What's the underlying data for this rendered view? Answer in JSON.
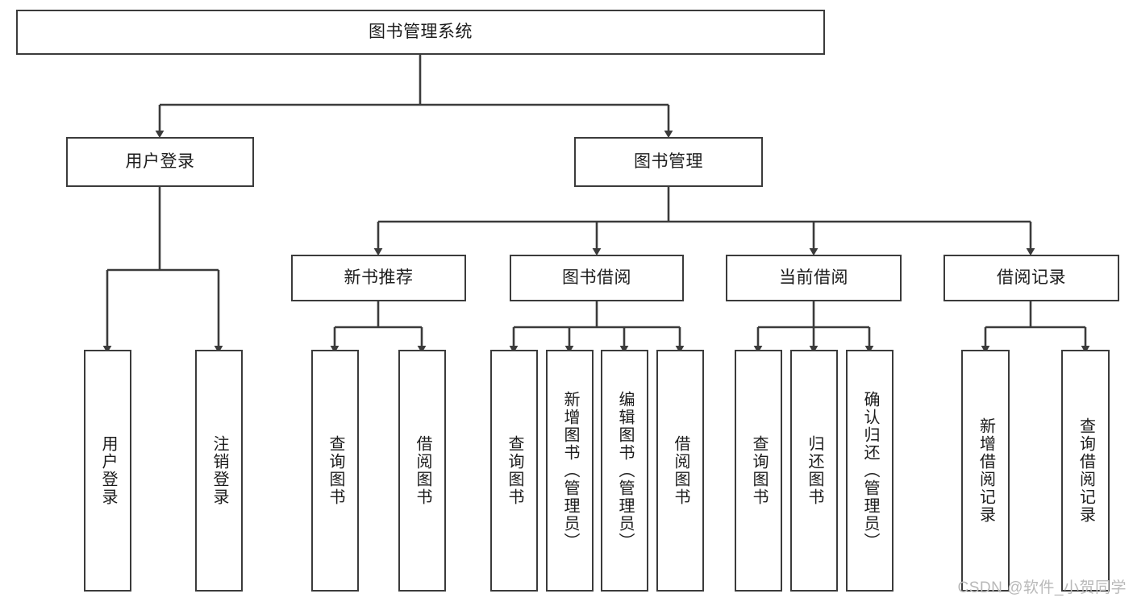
{
  "diagram": {
    "title": "图书管理系统",
    "type": "tree-hierarchy-chart",
    "watermark": "CSDN @软件_小贺同学",
    "colors": {
      "stroke": "#3b3b3b",
      "fill": "#ffffff",
      "text": "#1c1c1c",
      "watermark": "#b9b9b9"
    }
  },
  "nodes": {
    "root": {
      "label": "图书管理系统",
      "level": 1
    },
    "level2": [
      {
        "id": "user-login",
        "label": "用户登录"
      },
      {
        "id": "book-manage",
        "label": "图书管理"
      }
    ],
    "level3": [
      {
        "id": "new-book-recommend",
        "label": "新书推荐"
      },
      {
        "id": "book-borrow",
        "label": "图书借阅"
      },
      {
        "id": "current-borrow",
        "label": "当前借阅"
      },
      {
        "id": "borrow-record",
        "label": "借阅记录"
      }
    ],
    "leaves": {
      "user_login": [
        {
          "id": "leaf-user-login",
          "label": "用户登录"
        },
        {
          "id": "leaf-logout-login",
          "label": "注销登录"
        }
      ],
      "new_book_recommend": [
        {
          "id": "leaf-query-book-1",
          "label": "查询图书"
        },
        {
          "id": "leaf-borrow-book-1",
          "label": "借阅图书"
        }
      ],
      "book_borrow": [
        {
          "id": "leaf-query-book-2",
          "label": "查询图书"
        },
        {
          "id": "leaf-add-book",
          "label": "新增图书（管理员）"
        },
        {
          "id": "leaf-edit-book",
          "label": "编辑图书（管理员）"
        },
        {
          "id": "leaf-borrow-book-2",
          "label": "借阅图书"
        }
      ],
      "current_borrow": [
        {
          "id": "leaf-query-book-3",
          "label": "查询图书"
        },
        {
          "id": "leaf-return-book",
          "label": "归还图书"
        },
        {
          "id": "leaf-confirm-return",
          "label": "确认归还（管理员）"
        }
      ],
      "borrow_record": [
        {
          "id": "leaf-add-borrow-record",
          "label": "新增借阅记录"
        },
        {
          "id": "leaf-query-borrow-record",
          "label": "查询借阅记录"
        }
      ]
    }
  }
}
